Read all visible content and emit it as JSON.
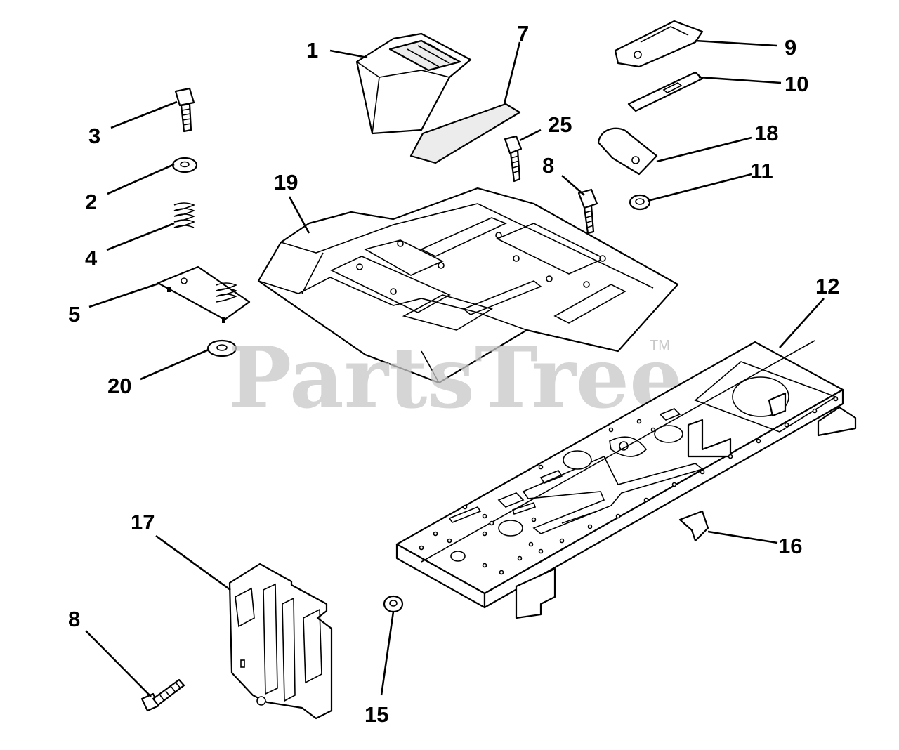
{
  "watermark": {
    "text": "PartsTree",
    "mark": "TM"
  },
  "callouts": [
    {
      "id": "p1",
      "label": "1"
    },
    {
      "id": "p7",
      "label": "7"
    },
    {
      "id": "p9",
      "label": "9"
    },
    {
      "id": "p10",
      "label": "10"
    },
    {
      "id": "p3",
      "label": "3"
    },
    {
      "id": "p25",
      "label": "25"
    },
    {
      "id": "p18",
      "label": "18"
    },
    {
      "id": "p8a",
      "label": "8"
    },
    {
      "id": "p11",
      "label": "11"
    },
    {
      "id": "p2",
      "label": "2"
    },
    {
      "id": "p19",
      "label": "19"
    },
    {
      "id": "p4",
      "label": "4"
    },
    {
      "id": "p12",
      "label": "12"
    },
    {
      "id": "p5",
      "label": "5"
    },
    {
      "id": "p20",
      "label": "20"
    },
    {
      "id": "p17",
      "label": "17"
    },
    {
      "id": "p16",
      "label": "16"
    },
    {
      "id": "p8b",
      "label": "8"
    },
    {
      "id": "p15",
      "label": "15"
    }
  ]
}
